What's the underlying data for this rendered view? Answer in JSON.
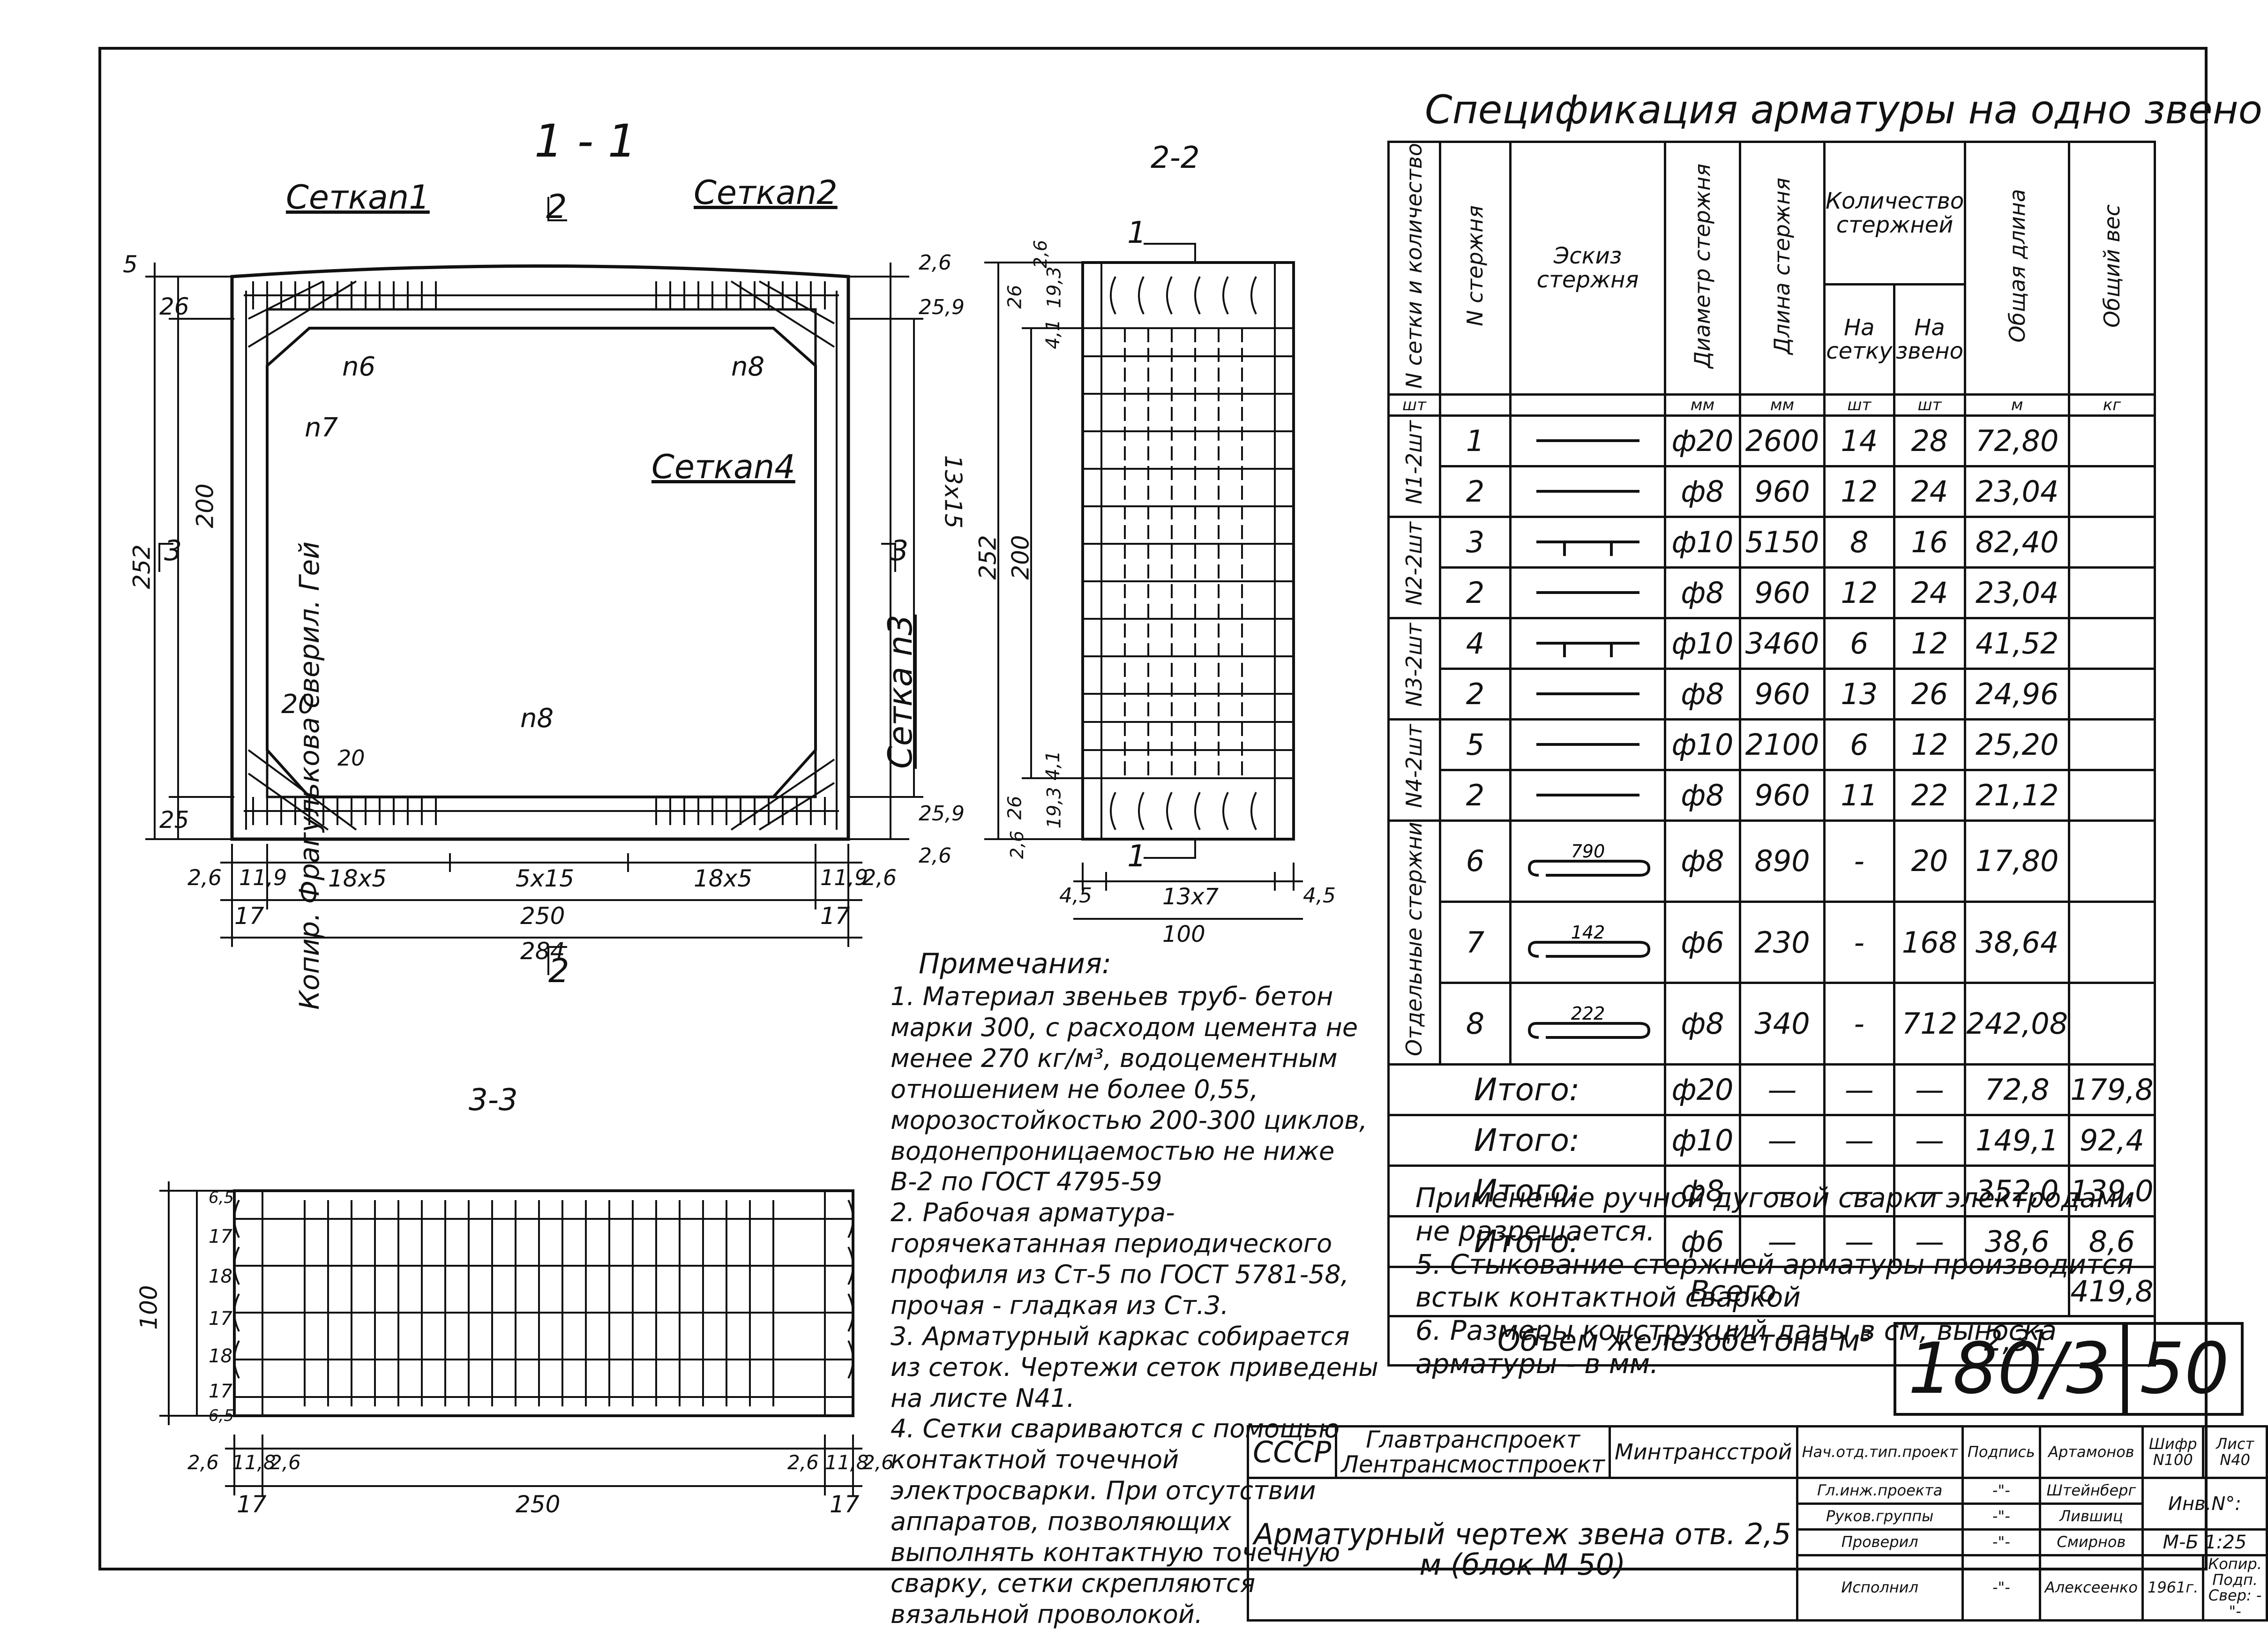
{
  "side_note": "Копир. Фрагулькова сверил. Гей",
  "sections": {
    "s11": "1 - 1",
    "s22": "2-2",
    "s33": "3-3",
    "cut2_top": "2",
    "cut2_bot": "2",
    "cut3_left": "3",
    "cut3_right": "3",
    "cut1_top": "1",
    "cut1_bot": "1"
  },
  "mesh_labels": {
    "m1": "Сеткаn1",
    "m2": "Сеткаn2",
    "m3": "Сетка n3",
    "m4": "Сеткаn4"
  },
  "bar_labels": {
    "n6": "n6",
    "n7": "n7",
    "n8a": "n8",
    "n8b": "n8"
  },
  "dims_11": {
    "d5": "5",
    "d26a": "26",
    "d200": "200",
    "d252": "252",
    "d25": "25",
    "d26r": "2,6",
    "d259a": "25,9",
    "d13x15": "13x15",
    "d259b": "25,9",
    "d26rb": "2,6",
    "d20a": "20",
    "d20b": "20",
    "b26": "2,6",
    "b119a": "11,9",
    "b18x5a": "18x5",
    "b5x15": "5x15",
    "b18x5b": "18x5",
    "b119b": "11,9",
    "b26b": "2,6",
    "b17a": "17",
    "b250": "250",
    "b17b": "17",
    "b284": "284"
  },
  "dims_22": {
    "l26a": "26",
    "l193a": "19,3",
    "l41a": "4,1",
    "l252": "252",
    "l200": "200",
    "l41b": "4,1",
    "l193b": "19,3",
    "l26b": "26",
    "l26c": "2,6",
    "l26d": "2,6",
    "b45a": "4,5",
    "b13x7": "13x7",
    "b45b": "4,5",
    "b100": "100"
  },
  "dims_33": {
    "l65a": "6,5",
    "l17a": "17",
    "l18a": "18",
    "l17b": "17",
    "l18b": "18",
    "l17c": "17",
    "l65b": "6,5",
    "l100": "100",
    "b26a": "2,6",
    "b118a": "11,8",
    "b26b": "2,6",
    "b26c": "2,6",
    "b118b": "11,8",
    "b26d": "2,6",
    "b17a": "17",
    "b250": "250",
    "b17b": "17"
  },
  "spec": {
    "title": "Спецификация арматуры на одно звено",
    "headers": {
      "mesh": "N сетки и количество",
      "bar": "N стержня",
      "sketch": "Эскиз стержня",
      "dia": "Диаметр стержня",
      "len": "Длина стержня",
      "count": "Количество стержней",
      "per_mesh": "На сетку",
      "per_link": "На звено",
      "total_len": "Общая длина",
      "total_w": "Общий вес"
    },
    "units": [
      "шт",
      "",
      "",
      "мм",
      "мм",
      "шт",
      "шт",
      "м",
      "кг"
    ],
    "groups": [
      "N1-2шт",
      "N2-2шт",
      "N3-2шт",
      "N4-2шт",
      "Отдельные стержни"
    ],
    "rows": [
      {
        "bar": "1",
        "dia": "ф20",
        "len": "2600",
        "pm": "14",
        "pl": "28",
        "tl": "72,80",
        "sk": "plain"
      },
      {
        "bar": "2",
        "dia": "ф8",
        "len": "960",
        "pm": "12",
        "pl": "24",
        "tl": "23,04",
        "sk": "plain"
      },
      {
        "bar": "3",
        "dia": "ф10",
        "len": "5150",
        "pm": "8",
        "pl": "16",
        "tl": "82,40",
        "sk": "ticks"
      },
      {
        "bar": "2",
        "dia": "ф8",
        "len": "960",
        "pm": "12",
        "pl": "24",
        "tl": "23,04",
        "sk": "plain"
      },
      {
        "bar": "4",
        "dia": "ф10",
        "len": "3460",
        "pm": "6",
        "pl": "12",
        "tl": "41,52",
        "sk": "ticks"
      },
      {
        "bar": "2",
        "dia": "ф8",
        "len": "960",
        "pm": "13",
        "pl": "26",
        "tl": "24,96",
        "sk": "plain"
      },
      {
        "bar": "5",
        "dia": "ф10",
        "len": "2100",
        "pm": "6",
        "pl": "12",
        "tl": "25,20",
        "sk": "plain"
      },
      {
        "bar": "2",
        "dia": "ф8",
        "len": "960",
        "pm": "11",
        "pl": "22",
        "tl": "21,12",
        "sk": "plain"
      },
      {
        "bar": "6",
        "dia": "ф8",
        "len": "890",
        "pm": "-",
        "pl": "20",
        "tl": "17,80",
        "sk": "hook",
        "skv": "790"
      },
      {
        "bar": "7",
        "dia": "ф6",
        "len": "230",
        "pm": "-",
        "pl": "168",
        "tl": "38,64",
        "sk": "hook",
        "skv": "142"
      },
      {
        "bar": "8",
        "dia": "ф8",
        "len": "340",
        "pm": "-",
        "pl": "712",
        "tl": "242,08",
        "sk": "hook",
        "skv": "222"
      }
    ],
    "totals": [
      {
        "label": "Итого:",
        "dia": "ф20",
        "len": "72,8",
        "w": "179,8"
      },
      {
        "label": "Итого:",
        "dia": "ф10",
        "len": "149,1",
        "w": "92,4"
      },
      {
        "label": "Итого:",
        "dia": "ф8",
        "len": "352,0",
        "w": "139,0"
      },
      {
        "label": "Итого:",
        "dia": "ф6",
        "len": "38,6",
        "w": "8,6"
      }
    ],
    "dash": "—",
    "all_label": "Всего",
    "all_value": "419,8",
    "volume_label": "Объем железобетона м³",
    "volume_value": "2,31"
  },
  "notes_left": {
    "title": "Примечания:",
    "items": [
      "1. Материал звеньев труб- бетон марки 300, с расходом цемента не менее 270 кг/м³, водоцементным отношением не более 0,55, морозостойкостью 200-300 циклов, водонепроницаемостью не ниже В-2 по ГОСТ 4795-59",
      "2. Рабочая арматура- горячекатанная периодического профиля из Ст-5 по ГОСТ 5781-58, прочая - гладкая из Ст.3.",
      "3. Арматурный каркас собирается из сеток. Чертежи сеток приведены на листе N41.",
      "4. Сетки свариваются с помощью контактной точечной электросварки. При отсутствии аппаратов, позволяющих выполнять контактную точечную сварку, сетки скрепляются вязальной проволокой."
    ]
  },
  "notes_right": [
    "Применение ручной дуговой сварки электродами не разрешается.",
    "5. Стыкование стержней арматуры производится встык контактной сваркой",
    "6. Размеры конструкций даны в см, выноска арматуры - в мм."
  ],
  "stamp": {
    "code": "180/3",
    "num": "50"
  },
  "title_block": {
    "country": "СССР",
    "org": "Главтранспроект Лентрансмостпроект",
    "ministry": "Минтрансстрой",
    "drawing": "Арматурный чертеж звена отв. 2,5 м (блок М 50)",
    "roles": [
      "Нач.отд.тип.проект",
      "Гл.инж.проекта",
      "Руков.группы",
      "Проверил",
      "Исполнил"
    ],
    "sign_head": "Подпись",
    "signs": [
      "-\"-",
      "-\"-",
      "-\"-",
      "-\"-"
    ],
    "names": [
      "Артамонов",
      "Штейнберг",
      "Лившиц",
      "Смирнов",
      "Алексеенко"
    ],
    "shifr": "Шифр N100",
    "list": "Лист N40",
    "inv": "Инв.N°:",
    "scale": "М-Б 1:25",
    "year": "1961г.",
    "kopir": "Копир. Подп.",
    "sver": "Свер: -\"-"
  }
}
